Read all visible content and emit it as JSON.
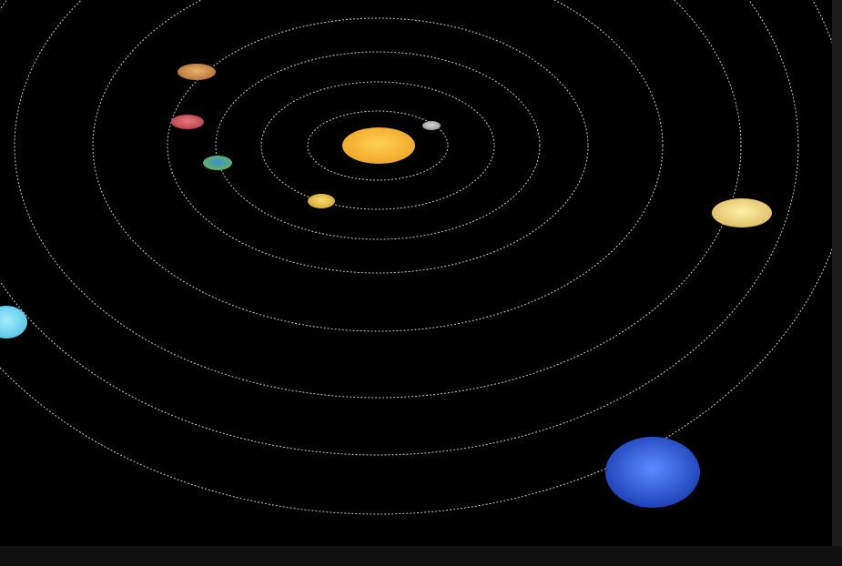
{
  "scene": {
    "background": "#000000",
    "orbit_color": "#ffffff",
    "orbit_style": "dashed"
  },
  "bodies": [
    {
      "id": "sun",
      "name": "sun-icon",
      "color_core": "#ffd052",
      "color_edge": "#f2a729"
    },
    {
      "id": "mercury",
      "name": "mercury-planet",
      "color_core": "#d8d8d8",
      "color_edge": "#9a9a9a"
    },
    {
      "id": "venus",
      "name": "venus-planet",
      "color_core": "#f8df72",
      "color_edge": "#d7aa36"
    },
    {
      "id": "earth",
      "name": "earth-planet",
      "color_core": "#3f8ed8",
      "color_edge": "#64b45c"
    },
    {
      "id": "mars",
      "name": "mars-planet",
      "color_core": "#e6797e",
      "color_edge": "#b8454b"
    },
    {
      "id": "jupiter",
      "name": "jupiter-planet",
      "color_core": "#e9b26b",
      "color_edge": "#b6763d"
    },
    {
      "id": "saturn",
      "name": "saturn-planet",
      "color_core": "#fff1a6",
      "color_edge": "#e0bf69"
    },
    {
      "id": "uranus",
      "name": "uranus-planet",
      "color_core": "#a8ecff",
      "color_edge": "#58c7e6"
    },
    {
      "id": "neptune",
      "name": "neptune-planet",
      "color_core": "#5b8cff",
      "color_edge": "#1e42b7"
    }
  ]
}
